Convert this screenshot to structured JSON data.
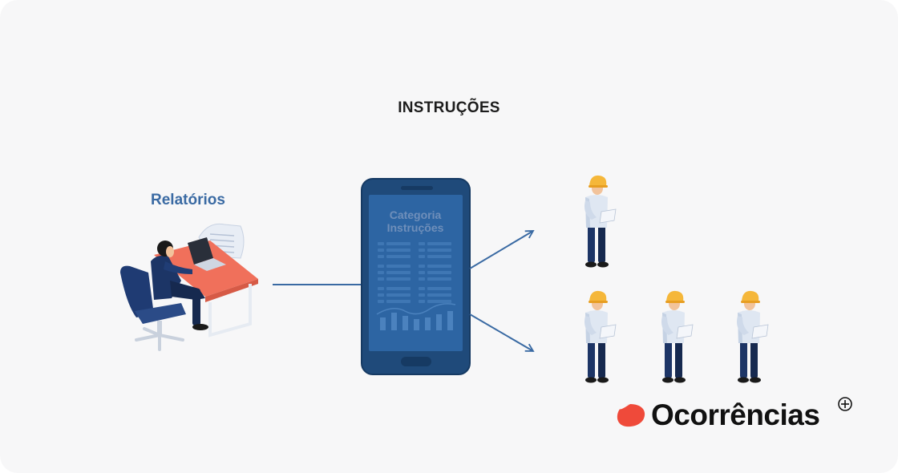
{
  "title": "INSTRUÇÕES",
  "left_label": "Relatórios",
  "phone": {
    "line1": "Categoria",
    "line2": "Instruções"
  },
  "brand": {
    "name": "Ocorrências",
    "logo_color": "#ef4a3a",
    "plus_icon": "plus-circle-icon"
  },
  "colors": {
    "accent_blue": "#3a6aa3",
    "phone_body": "#1f4a7a",
    "phone_screen": "#2d65a3",
    "desk_top": "#f0705b",
    "helmet": "#f5b73a"
  },
  "icons": [
    "office-worker-desk-icon",
    "smartphone-icon",
    "arrow-right-icon",
    "construction-worker-icon"
  ]
}
